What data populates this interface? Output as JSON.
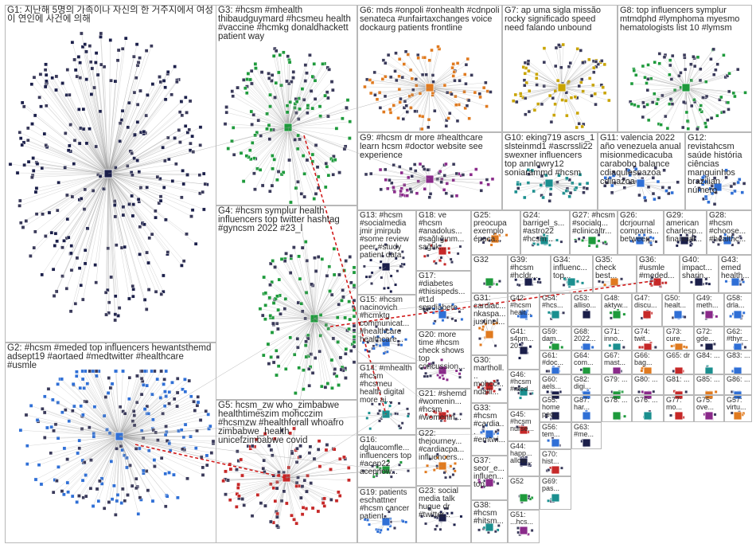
{
  "groups": [
    {
      "id": "G1",
      "label": "G1: 지난해 5명의 가족이나 자신의 한 거주지에서 여성이 연인에 사건에 의해"
    },
    {
      "id": "G2",
      "label": "G2: #hcsm #meded top influencers hewantsthemd adsept19 #aortaed #medtwitter #healthcare #usmle"
    },
    {
      "id": "G3",
      "label": "G3: #hcsm #mhealth thibaudguymard #hcsmeu health #vaccine #hcmkg donaldhackett patient way"
    },
    {
      "id": "G4",
      "label": "G4: #hcsm symplur health influencers top twitter hashtag #gyncsm 2022 #23_l"
    },
    {
      "id": "G5",
      "label": "G5: hcsm_zw who_zimbabwe healthtimeszim mohcczim #hcsmzw #healthforall whoafro zimbabwe_health unicefzimbabwe covid"
    },
    {
      "id": "G6",
      "label": "G6: mds #onpoli #onhealth #cdnpoli senateca #unfairtaxchanges voice dockaurg patients frontline"
    },
    {
      "id": "G7",
      "label": "G7: ap uma sigla missão rocky significado speed need falando unbound"
    },
    {
      "id": "G8",
      "label": "G8: top influencers symplur mtmdphd #lymphoma myesmo hematologists list 10 #lymsm"
    },
    {
      "id": "G9",
      "label": "G9: #hcsm dr more #healthcare learn hcsm #doctor website see experience"
    },
    {
      "id": "G10",
      "label": "G10: eking719 ascrs_1 slsteinmd1 #ascrssli22 swexner influencers top annlowry12 soniarammd #hcsm"
    },
    {
      "id": "G11",
      "label": "G11: valencia 2022 año venezuela anual misionmedicacuba carabobo balance cdiaquiesnazoa cdinazoa"
    },
    {
      "id": "G12",
      "label": "G12: revistahcsm saúde história ciências manguinhos brazilian número"
    },
    {
      "id": "G13",
      "label": "G13: #hcsm #socialmedia jmir jmirpub #some review peer #study patient data"
    },
    {
      "id": "G14",
      "label": "G14: #mhealth #hcsm #hcsmeu health digital more ai..."
    },
    {
      "id": "G15",
      "label": "G15: #hcsm nacinovich #hcmktg communicat... #healthcare healthcare..."
    },
    {
      "id": "G16",
      "label": "G16: dglaucomfle... influencers top #acep22 acepnow..."
    },
    {
      "id": "G17",
      "label": "G17: #diabetes #thisispeds... #t1d sppdiabete..."
    },
    {
      "id": "G18",
      "label": "G18: ve #hcsm #anadolus... #sağlığınm... sağlık..."
    },
    {
      "id": "G19",
      "label": "G19: patients eschattner #hcsm cancer patient..."
    },
    {
      "id": "G20",
      "label": "G20: more time #hcsm check shows top concussion..."
    },
    {
      "id": "G21",
      "label": "G21: #shemd #womenin... #hcsm #womenin..."
    },
    {
      "id": "G22",
      "label": "G22: thejourney... #cardiacpa... influencers..."
    },
    {
      "id": "G23",
      "label": "G23: social media talk hugue dr #twitter..."
    },
    {
      "id": "G24",
      "label": "G24: barrigel_s... #astro22 #hcsm..."
    },
    {
      "id": "G25",
      "label": "G25: preocupa exemplo época..."
    },
    {
      "id": "G26",
      "label": "G26: dcrjournal comparis... between..."
    },
    {
      "id": "G27",
      "label": "G27: #hcsm #socialq... #clinicaltr..."
    },
    {
      "id": "G28",
      "label": "G28: #hcsm #choose... #healthc..."
    },
    {
      "id": "G29",
      "label": "G29: american charlesp... financial..."
    },
    {
      "id": "G30",
      "label": "G30: martholl... mohcc... ndalli..."
    },
    {
      "id": "G31",
      "label": "G31: cardiac... nkaspa... justinel..."
    },
    {
      "id": "G32",
      "label": "G32"
    },
    {
      "id": "G33",
      "label": "G33: #hcsm #cardia... #emtwi..."
    },
    {
      "id": "G34",
      "label": "G34: influenc... top..."
    },
    {
      "id": "G35",
      "label": "G35: check best..."
    },
    {
      "id": "G36",
      "label": "G36: #usmle #meded..."
    },
    {
      "id": "G37",
      "label": "G37: seor_e... influen... top..."
    },
    {
      "id": "G38",
      "label": "G38: #hcsm #hitsm..."
    },
    {
      "id": "G39",
      "label": "G39: #hcsm #hcldr..."
    },
    {
      "id": "G40",
      "label": "G40: impact... sharin..."
    },
    {
      "id": "G41",
      "label": "G41: s4pm... 20..."
    },
    {
      "id": "G42",
      "label": "G42: #hcsm healt..."
    },
    {
      "id": "G43",
      "label": "G43: emed health..."
    },
    {
      "id": "G44",
      "label": "G44: happ... allow..."
    },
    {
      "id": "G45",
      "label": "G45: #hcsm nurse..."
    },
    {
      "id": "G46",
      "label": "G46: #hcsm #med..."
    },
    {
      "id": "G47",
      "label": "G47: discu..."
    },
    {
      "id": "G48",
      "label": "G48: aktyw..."
    },
    {
      "id": "G49",
      "label": "G49: meth..."
    },
    {
      "id": "G50",
      "label": "G50: healt..."
    },
    {
      "id": "G51",
      "label": "G51: ...hcs..."
    },
    {
      "id": "G52",
      "label": "G52"
    },
    {
      "id": "G53",
      "label": "G53: alliso..."
    },
    {
      "id": "G54",
      "label": "G54: #hcs..."
    },
    {
      "id": "G55",
      "label": "G55: home peo..."
    },
    {
      "id": "G56",
      "label": "G56: tem..."
    },
    {
      "id": "G57",
      "label": "G57: virtu..."
    },
    {
      "id": "G58",
      "label": "G58: drla..."
    },
    {
      "id": "G59",
      "label": "G59: dam..."
    },
    {
      "id": "G60",
      "label": "G60: aels..."
    },
    {
      "id": "G61",
      "label": "G61: #doc..."
    },
    {
      "id": "G62",
      "label": "G62: #thyr..."
    },
    {
      "id": "G63",
      "label": "G63: #me..."
    },
    {
      "id": "G64",
      "label": "G64: com..."
    },
    {
      "id": "G65",
      "label": "G65: dr"
    },
    {
      "id": "G66",
      "label": "G66: bag..."
    },
    {
      "id": "G67",
      "label": "G67: mast..."
    },
    {
      "id": "G68",
      "label": "G68: 2022..."
    },
    {
      "id": "G69",
      "label": "G69: pas..."
    },
    {
      "id": "G70",
      "label": "G70: hist..."
    },
    {
      "id": "G71",
      "label": "G71: inno..."
    },
    {
      "id": "G72",
      "label": "G72: gde..."
    },
    {
      "id": "G73",
      "label": "G73: cure..."
    },
    {
      "id": "G74",
      "label": "G74: twit..."
    },
    {
      "id": "G75",
      "label": "G75: ove..."
    },
    {
      "id": "G76",
      "label": "G76: ..."
    },
    {
      "id": "G77",
      "label": "G77: mo..."
    },
    {
      "id": "G78",
      "label": "G78: ..."
    },
    {
      "id": "G79",
      "label": "G79: ..."
    },
    {
      "id": "G80",
      "label": "G80: ..."
    },
    {
      "id": "G81",
      "label": "G81: ..."
    },
    {
      "id": "G82",
      "label": "G82: digi..."
    },
    {
      "id": "G83",
      "label": "G83: ..."
    },
    {
      "id": "G84",
      "label": "G84: ..."
    },
    {
      "id": "G85",
      "label": "G85: ..."
    },
    {
      "id": "G86",
      "label": "G86: ..."
    },
    {
      "id": "G87",
      "label": "G87: har..."
    }
  ],
  "colors": {
    "edge": "#9a9a9a",
    "node_dark": "#1b1f4a",
    "node_blue": "#2f6fd6",
    "node_green": "#1e9a3c",
    "node_red": "#c62828",
    "node_orange": "#e07a1f",
    "node_purple": "#8a2a8a",
    "node_teal": "#1a8f8f",
    "node_yellow": "#c9a400",
    "highlight_edge": "#d11a1a"
  }
}
